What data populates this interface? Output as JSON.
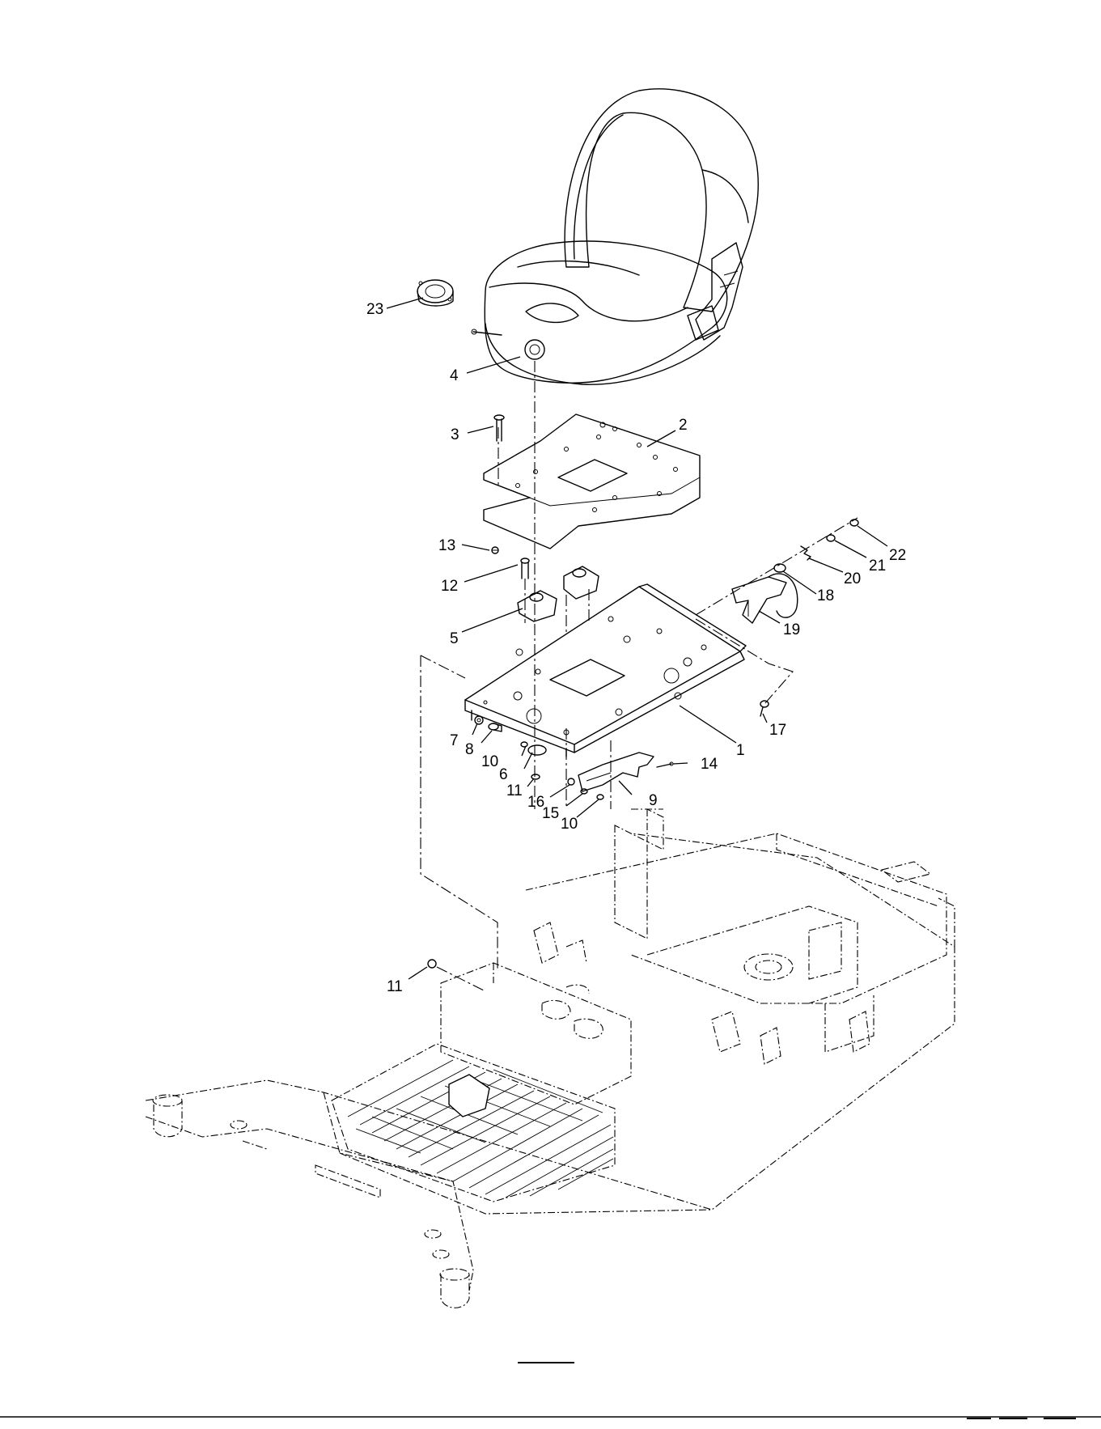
{
  "callouts": [
    {
      "id": "c1",
      "number": "1"
    },
    {
      "id": "c2",
      "number": "2"
    },
    {
      "id": "c3",
      "number": "3"
    },
    {
      "id": "c4",
      "number": "4"
    },
    {
      "id": "c5",
      "number": "5"
    },
    {
      "id": "c6",
      "number": "6"
    },
    {
      "id": "c7",
      "number": "7"
    },
    {
      "id": "c8",
      "number": "8"
    },
    {
      "id": "c9",
      "number": "9"
    },
    {
      "id": "c10a",
      "number": "10"
    },
    {
      "id": "c10b",
      "number": "10"
    },
    {
      "id": "c11a",
      "number": "11"
    },
    {
      "id": "c11b",
      "number": "11"
    },
    {
      "id": "c12",
      "number": "12"
    },
    {
      "id": "c13",
      "number": "13"
    },
    {
      "id": "c14",
      "number": "14"
    },
    {
      "id": "c15",
      "number": "15"
    },
    {
      "id": "c16",
      "number": "16"
    },
    {
      "id": "c17",
      "number": "17"
    },
    {
      "id": "c18",
      "number": "18"
    },
    {
      "id": "c19",
      "number": "19"
    },
    {
      "id": "c20",
      "number": "20"
    },
    {
      "id": "c21",
      "number": "21"
    },
    {
      "id": "c22",
      "number": "22"
    },
    {
      "id": "c23",
      "number": "23"
    }
  ]
}
